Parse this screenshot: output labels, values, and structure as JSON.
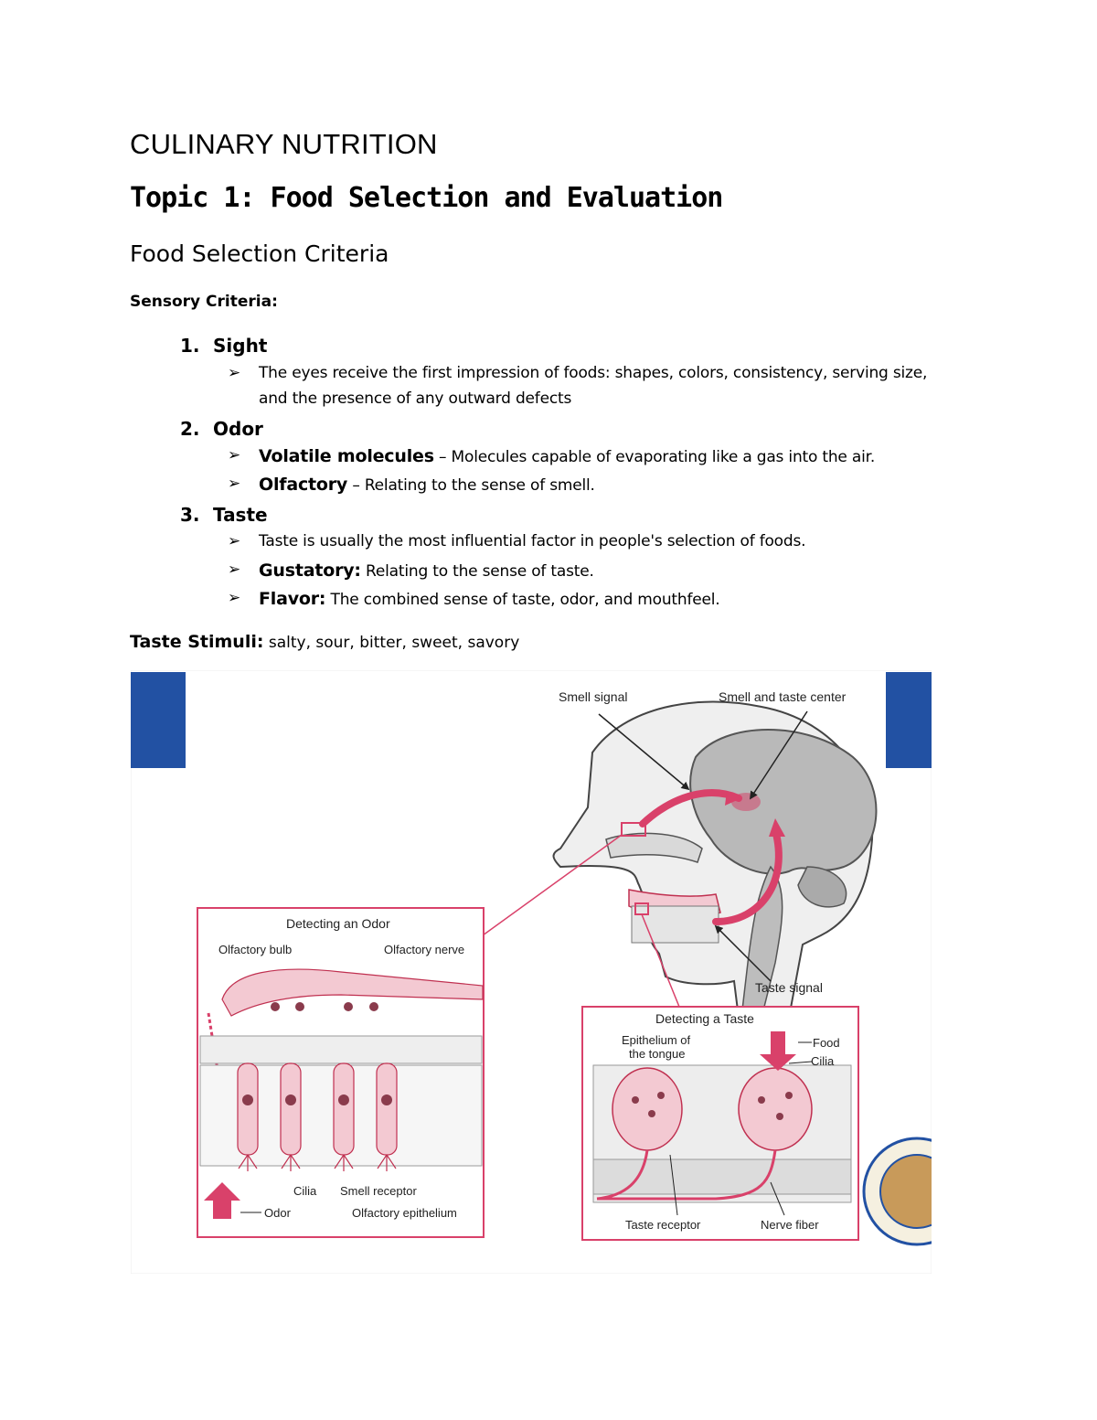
{
  "course_title": "CULINARY NUTRITION",
  "topic_title": "Topic 1: Food Selection and Evaluation",
  "section_title": "Food Selection Criteria",
  "subsection_title": "Sensory Criteria:",
  "criteria": [
    {
      "number": "1.",
      "name": "Sight",
      "bullets": [
        {
          "term": "",
          "sep": "",
          "text": "The eyes receive the first impression of foods: shapes, colors, consistency, serving size,",
          "text2": "and the presence of any outward defects"
        }
      ]
    },
    {
      "number": "2.",
      "name": "Odor",
      "bullets": [
        {
          "term": "Volatile molecules",
          "sep": " – ",
          "text": "Molecules capable of evaporating like a gas into the air."
        },
        {
          "term": "Olfactory",
          "sep": " – ",
          "text": "Relating to the sense of smell."
        }
      ]
    },
    {
      "number": "3.",
      "name": "Taste",
      "bullets": [
        {
          "term": "",
          "sep": "",
          "text": "Taste is usually the most influential factor in people's selection of foods."
        },
        {
          "term": "Gustatory:",
          "sep": " ",
          "text": "Relating to the sense of taste."
        },
        {
          "term": "Flavor:",
          "sep": " ",
          "text": "The combined sense of taste, odor, and mouthfeel."
        }
      ]
    }
  ],
  "taste_stimuli": {
    "label": "Taste Stimuli:",
    "text": " salty, sour, bitter, sweet, savory"
  },
  "figure": {
    "labels": {
      "smell_signal": "Smell signal",
      "smell_taste_center": "Smell and taste center",
      "taste_signal": "Taste signal",
      "odor_box_title": "Detecting an Odor",
      "olfactory_bulb": "Olfactory bulb",
      "olfactory_nerve": "Olfactory nerve",
      "cilia_odor": "Cilia",
      "smell_receptor": "Smell receptor",
      "odor": "Odor",
      "olfactory_epithelium": "Olfactory epithelium",
      "taste_box_title": "Detecting a Taste",
      "epithelium_line1": "Epithelium of",
      "epithelium_line2": "the tongue",
      "food": "Food",
      "cilia_taste": "Cilia",
      "taste_receptor": "Taste receptor",
      "nerve_fiber": "Nerve fiber"
    },
    "colors": {
      "accent_blue": "#2251a3",
      "pink": "#d9416a",
      "pink_light": "#f3c9d2",
      "gray": "#b9b9b9"
    }
  }
}
